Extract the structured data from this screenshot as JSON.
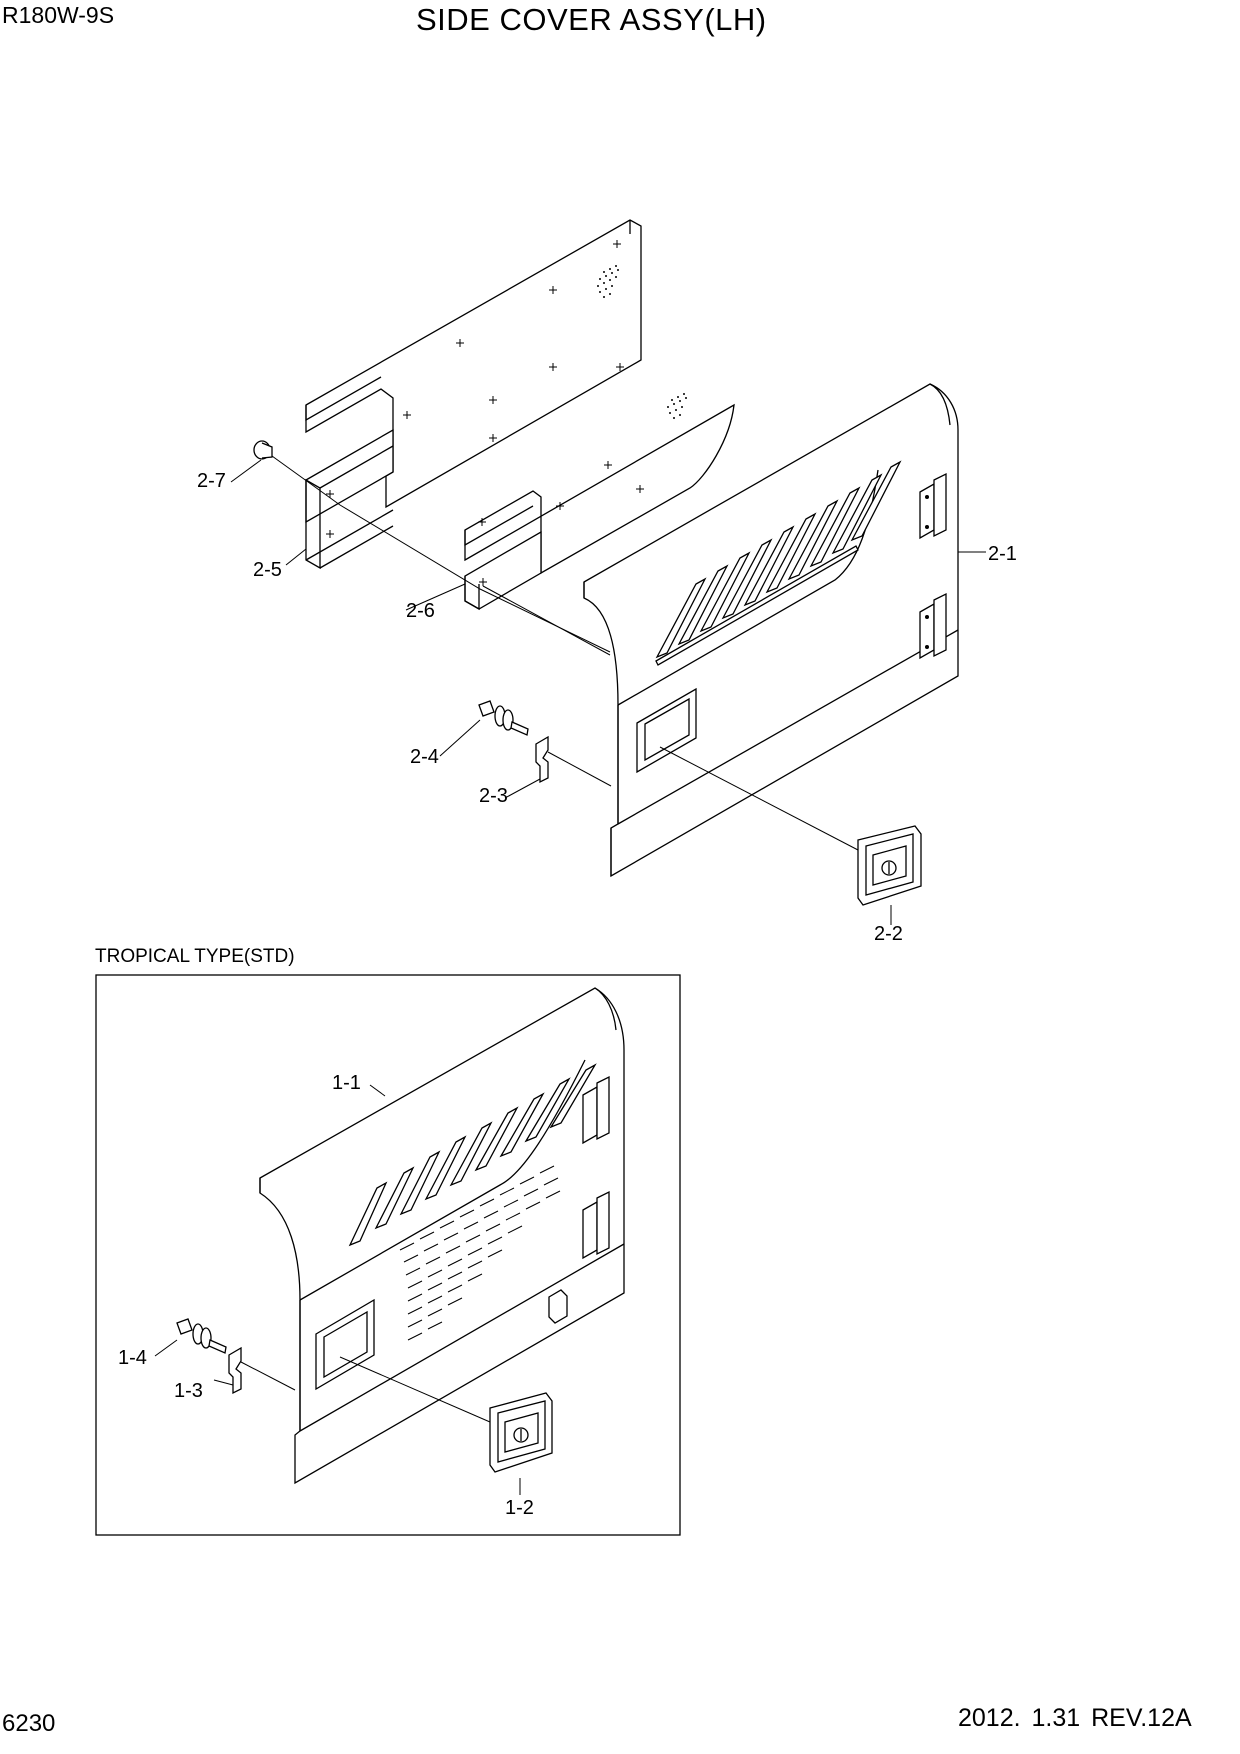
{
  "header": {
    "model": "R180W-9S",
    "title": "SIDE COVER ASSY(LH)"
  },
  "footer": {
    "page_number": "6230",
    "revision": "2012. 1.31  REV.12A"
  },
  "variant_box": {
    "label": "TROPICAL TYPE(STD)"
  },
  "callouts": {
    "c2_1": "2-1",
    "c2_2": "2-2",
    "c2_3": "2-3",
    "c2_4": "2-4",
    "c2_5": "2-5",
    "c2_6": "2-6",
    "c2_7": "2-7",
    "c1_1": "1-1",
    "c1_2": "1-2",
    "c1_3": "1-3",
    "c1_4": "1-4"
  }
}
